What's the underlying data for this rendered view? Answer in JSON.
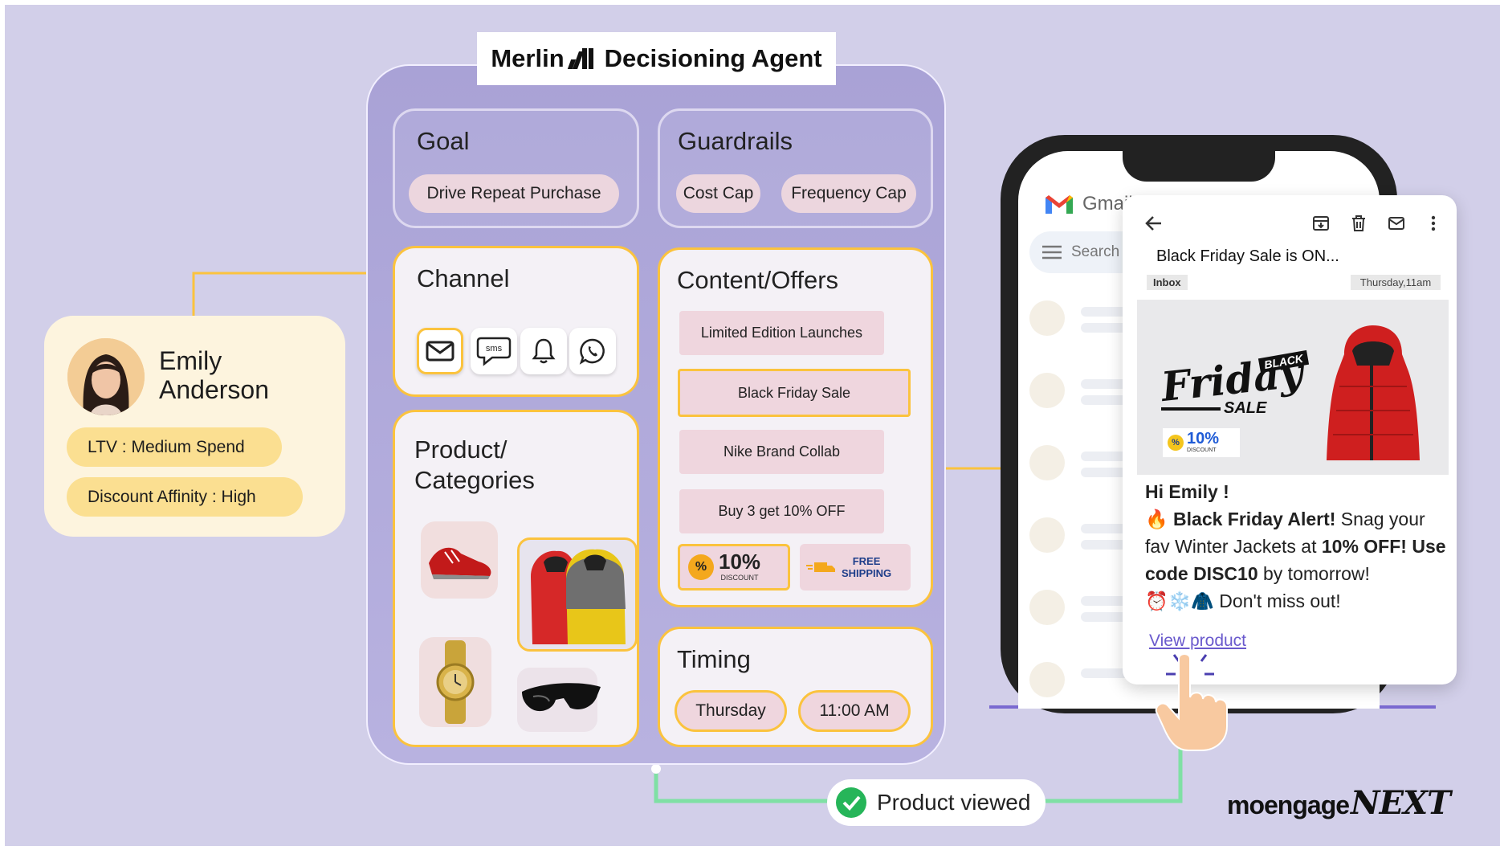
{
  "agent": {
    "brand": "Merlin",
    "title": "Decisioning Agent"
  },
  "profile": {
    "first_name": "Emily",
    "last_name": "Anderson",
    "ltv": "LTV : Medium Spend",
    "affinity": "Discount Affinity : High"
  },
  "goal": {
    "title": "Goal",
    "items": [
      "Drive Repeat Purchase"
    ]
  },
  "guardrails": {
    "title": "Guardrails",
    "items": [
      "Cost Cap",
      "Frequency Cap"
    ]
  },
  "channel": {
    "title": "Channel",
    "icons": [
      "email-icon",
      "sms-icon",
      "bell-icon",
      "whatsapp-icon"
    ],
    "sms_text": "sms"
  },
  "products": {
    "title": "Product/",
    "title2": "Categories"
  },
  "content": {
    "title": "Content/Offers",
    "offers": [
      "Limited Edition Launches",
      "Black Friday Sale",
      "Nike Brand Collab",
      "Buy 3 get 10% OFF"
    ],
    "discount": "10%",
    "discount_label": "DISCOUNT",
    "shipping1": "FREE",
    "shipping2": "SHIPPING"
  },
  "timing": {
    "title": "Timing",
    "day": "Thursday",
    "time": "11:00 AM"
  },
  "phone": {
    "app": "Gmail",
    "search": "Search"
  },
  "email": {
    "subject": "Black Friday Sale is ON...",
    "label": "Inbox",
    "date": "Thursday,11am",
    "banner_black": "BLACK",
    "banner_friday": "Friday",
    "banner_sale": "SALE",
    "banner_pct": "10%",
    "banner_pct_label": "DISCOUNT",
    "greeting": "Hi Emily !",
    "alert": "Black Friday Alert!",
    "line1_rest": " Snag your fav Winter Jackets at ",
    "off": "10% OFF!",
    "use_code": "Use code DISC10",
    "by_tomorrow": " by tomorrow!",
    "dont_miss": " Don't miss out!",
    "link": "View product"
  },
  "event": {
    "label": "Product viewed"
  },
  "footer": {
    "brand": "moengage",
    "brand_suffix": "NEXT"
  },
  "colors": {
    "background": "#d2cfe9",
    "accent": "#fbc33e",
    "connector_green": "#7fe0a4",
    "pill_pink": "#ecd6de",
    "profile_bg": "#fdf4de"
  }
}
